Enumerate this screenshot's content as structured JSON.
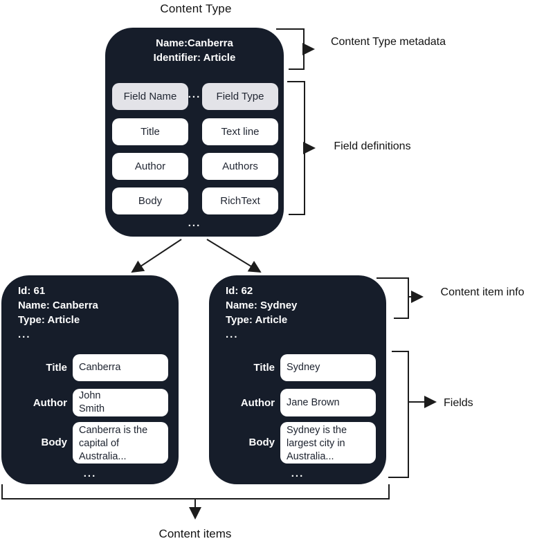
{
  "diagram": {
    "title": "Content Type",
    "ellipsis": "...",
    "content_type": {
      "name_line": "Name:Canberra",
      "identifier_line": "Identifier: Article",
      "field_header": [
        "Field Name",
        "Field Type"
      ],
      "field_rows": [
        [
          "Title",
          "Text line"
        ],
        [
          "Author",
          "Authors"
        ],
        [
          "Body",
          "RichText"
        ]
      ]
    },
    "content_items": [
      {
        "id_line": "Id: 61",
        "name_line": "Name: Canberra",
        "type_line": "Type: Article",
        "fields": [
          {
            "label": "Title",
            "value": "Canberra"
          },
          {
            "label": "Author",
            "value": "John\nSmith"
          },
          {
            "label": "Body",
            "value": "Canberra is the capital of Australia..."
          }
        ]
      },
      {
        "id_line": "Id: 62",
        "name_line": "Name: Sydney",
        "type_line": "Type: Article",
        "fields": [
          {
            "label": "Title",
            "value": "Sydney"
          },
          {
            "label": "Author",
            "value": "Jane Brown"
          },
          {
            "label": "Body",
            "value": "Sydney is the largest city in Australia..."
          }
        ]
      }
    ],
    "annotations": {
      "content_type_metadata": "Content Type metadata",
      "field_definitions": "Field definitions",
      "content_item_info": "Content item info",
      "fields": "Fields",
      "content_items": "Content items"
    },
    "colors": {
      "card_dark": "#161d2a",
      "cell_grey": "#e3e3e8",
      "cell_white": "#ffffff",
      "line": "#1c1c1c"
    }
  }
}
